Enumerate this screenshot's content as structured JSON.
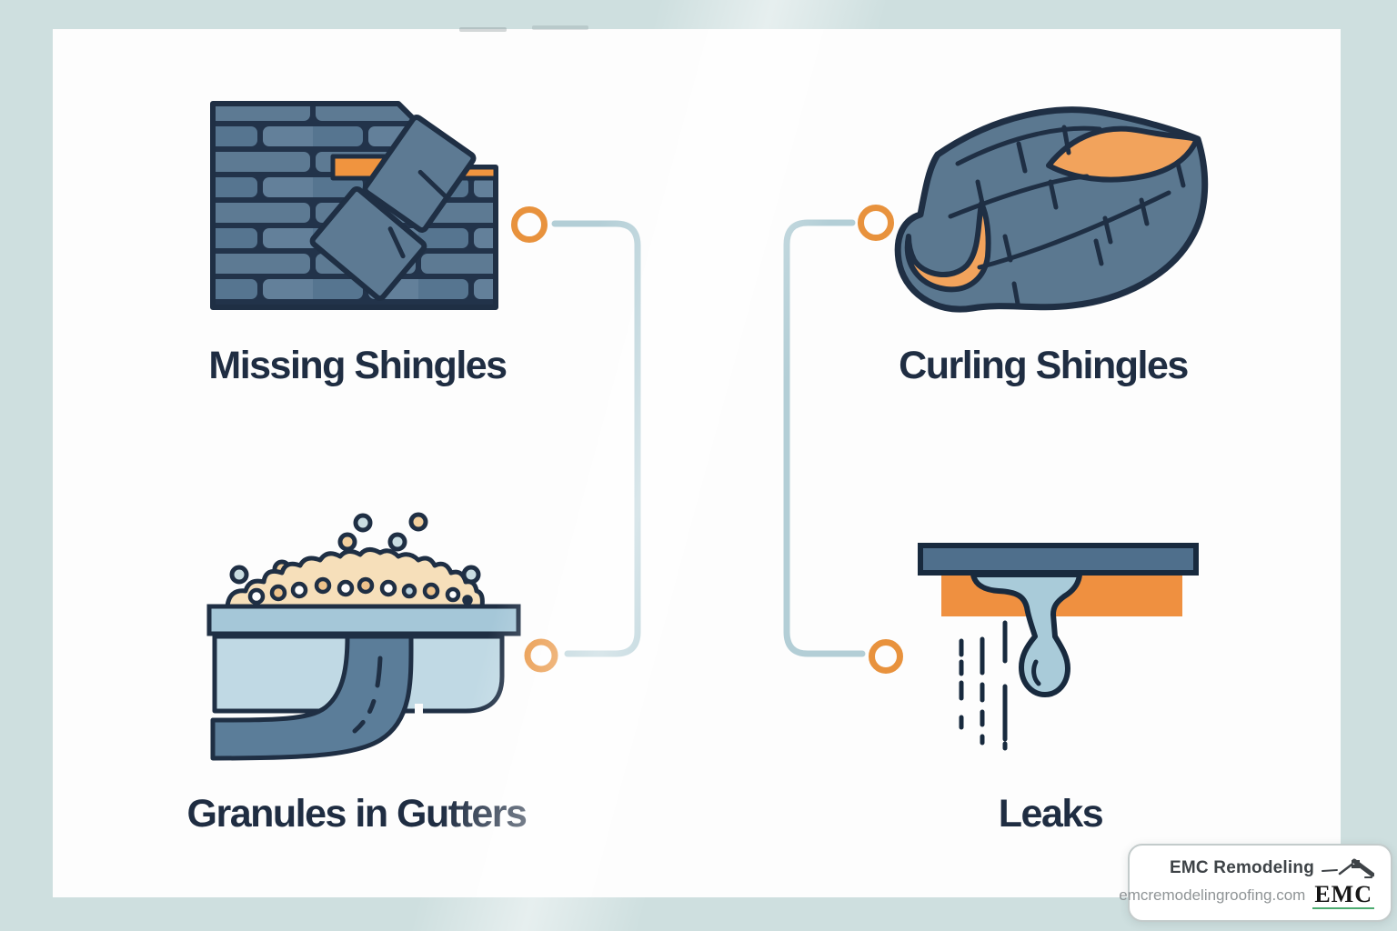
{
  "canvas": {
    "background": "#cedfdf",
    "panel_background": "#fdfdfd"
  },
  "palette": {
    "outline_navy": "#1f2f44",
    "shingle_slate": "#5d7a93",
    "accent_orange": "#f0943f",
    "ring_orange": "#e8923d",
    "connector_blue": "#b3ced6",
    "gutter_rim_blue": "#a5c7d8",
    "gutter_body_blue": "#c0d9e4",
    "downspout_slate": "#5b7d99",
    "granule_cream": "#f6dfba",
    "water_blue": "#a9cbd9",
    "roof_bar_slate": "#4f6f8c",
    "label_navy": "#1f2d42",
    "logo_underline_green": "#4cab70"
  },
  "items": [
    {
      "id": "missing-shingles",
      "label": "Missing Shingles",
      "icon": "missing-shingles-wall-icon"
    },
    {
      "id": "curling-shingles",
      "label": "Curling Shingles",
      "icon": "curling-shingle-icon"
    },
    {
      "id": "granules-in-gutters",
      "label": "Granules in Gutters",
      "icon": "gutter-granules-icon"
    },
    {
      "id": "leaks",
      "label": "Leaks",
      "icon": "ceiling-drip-icon"
    }
  ],
  "branding": {
    "company": "EMC Remodeling",
    "website": "emcremodelingroofing.com",
    "logo_text": "EMC"
  }
}
